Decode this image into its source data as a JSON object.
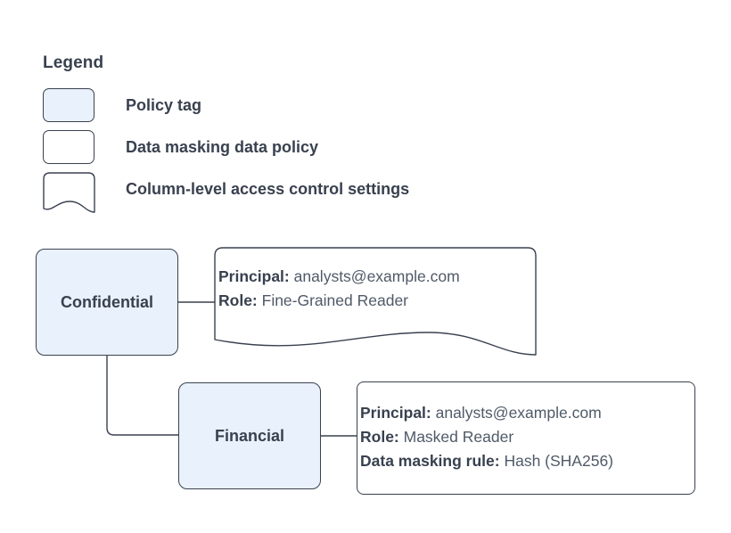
{
  "legend": {
    "title": "Legend",
    "items": [
      {
        "label": "Policy tag",
        "swatch": "policy-tag-swatch",
        "fill": "#e9f1fc",
        "shape": "rounded-rect"
      },
      {
        "label": "Data masking data policy",
        "swatch": "data-masking-policy-swatch",
        "fill": "#ffffff",
        "shape": "rounded-rect"
      },
      {
        "label": "Column-level access control settings",
        "swatch": "column-access-settings-swatch",
        "fill": "#ffffff",
        "shape": "wave-bottom-rect"
      }
    ]
  },
  "diagram": {
    "nodes": [
      {
        "id": "confidential",
        "label": "Confidential",
        "type": "policy-tag"
      },
      {
        "id": "financial",
        "label": "Financial",
        "type": "policy-tag"
      }
    ],
    "cards": [
      {
        "id": "confidential-settings",
        "shape": "wave-bottom-rect",
        "kind": "column-level-access-control-settings",
        "rows": [
          {
            "key": "Principal:",
            "value": "analysts@example.com"
          },
          {
            "key": "Role:",
            "value": "Fine-Grained Reader"
          }
        ]
      },
      {
        "id": "financial-policy",
        "shape": "rounded-rect",
        "kind": "data-masking-data-policy",
        "rows": [
          {
            "key": "Principal:",
            "value": "analysts@example.com"
          },
          {
            "key": "Role:",
            "value": "Masked Reader"
          },
          {
            "key": "Data masking rule:",
            "value": "Hash (SHA256)"
          }
        ]
      }
    ],
    "edges": [
      {
        "from": "confidential",
        "to": "confidential-settings"
      },
      {
        "from": "confidential",
        "to": "financial"
      },
      {
        "from": "financial",
        "to": "financial-policy"
      }
    ]
  },
  "colors": {
    "tag_fill": "#e9f1fc",
    "stroke": "#39414f",
    "card_fill": "#ffffff",
    "label_text": "#38414f",
    "value_text": "#4f5a68",
    "background": "#ffffff"
  }
}
